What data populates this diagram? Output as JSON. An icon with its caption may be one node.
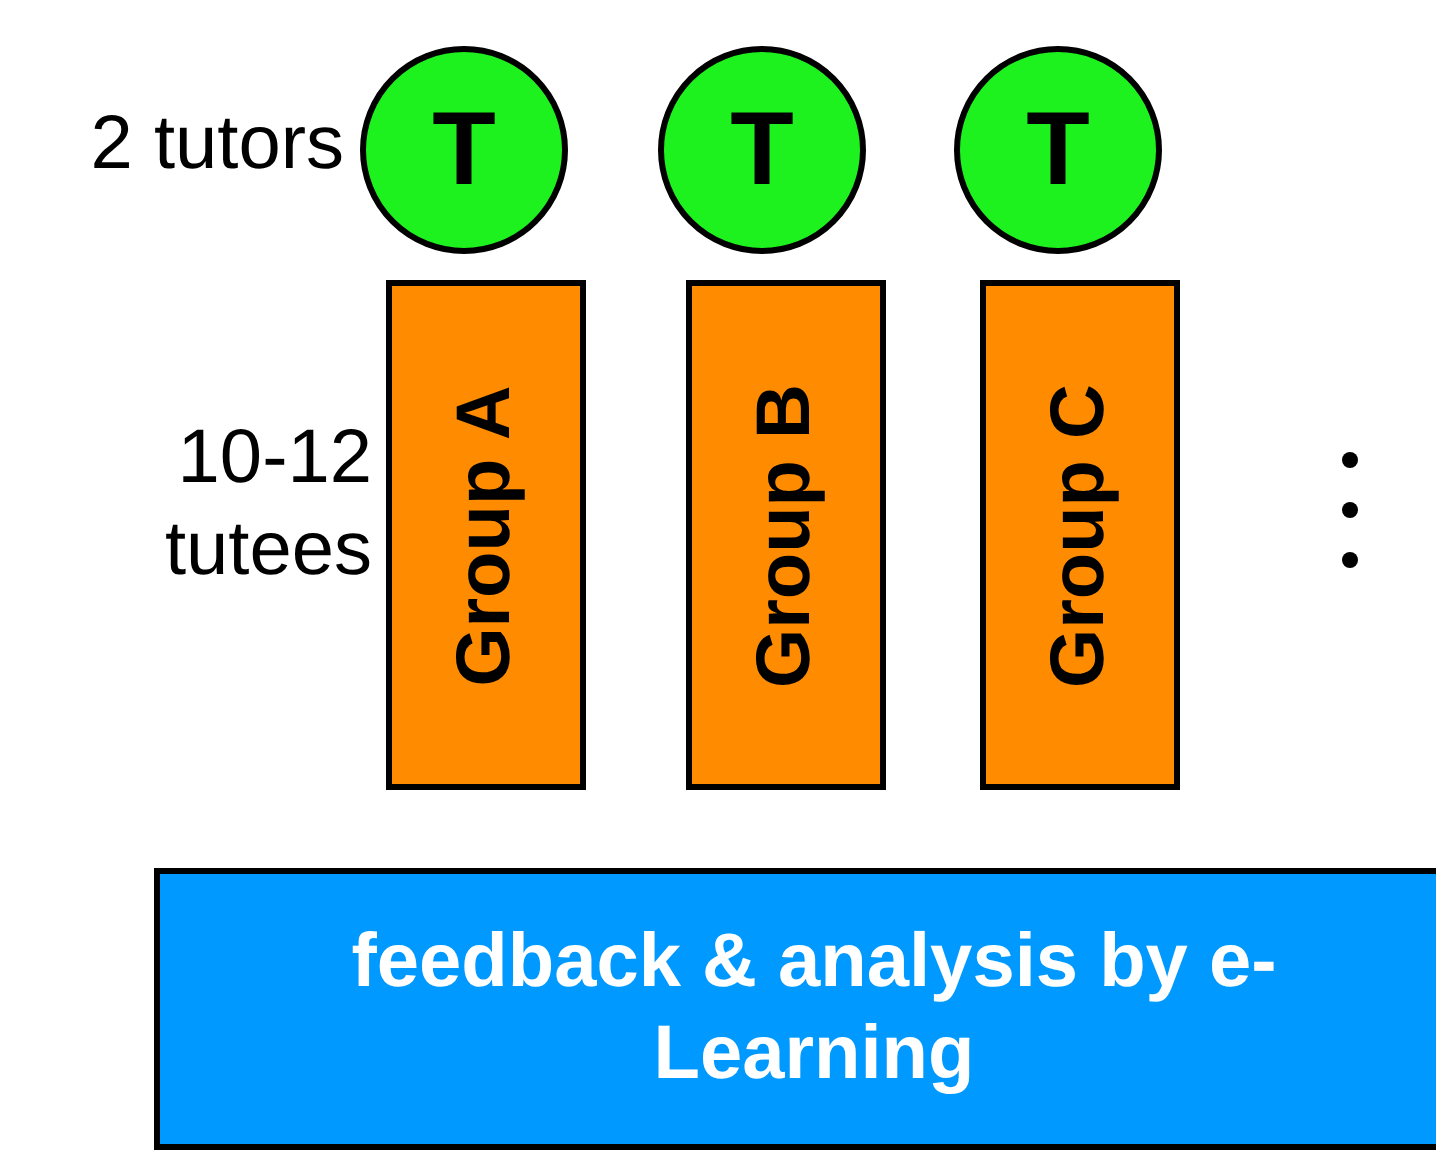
{
  "diagram": {
    "nodes": [
      {
        "text": [
          "T"
        ]
      },
      {
        "text": [
          "T"
        ]
      },
      {
        "text": [
          "T"
        ]
      },
      {
        "text": [
          "Group A"
        ]
      },
      {
        "text": [
          "Group B"
        ]
      },
      {
        "text": [
          "Group C"
        ]
      },
      {
        "text": [
          "feedback & analysis by e-Learning"
        ]
      }
    ],
    "labels": [
      "2 tutors",
      "10-12 tutees"
    ]
  }
}
